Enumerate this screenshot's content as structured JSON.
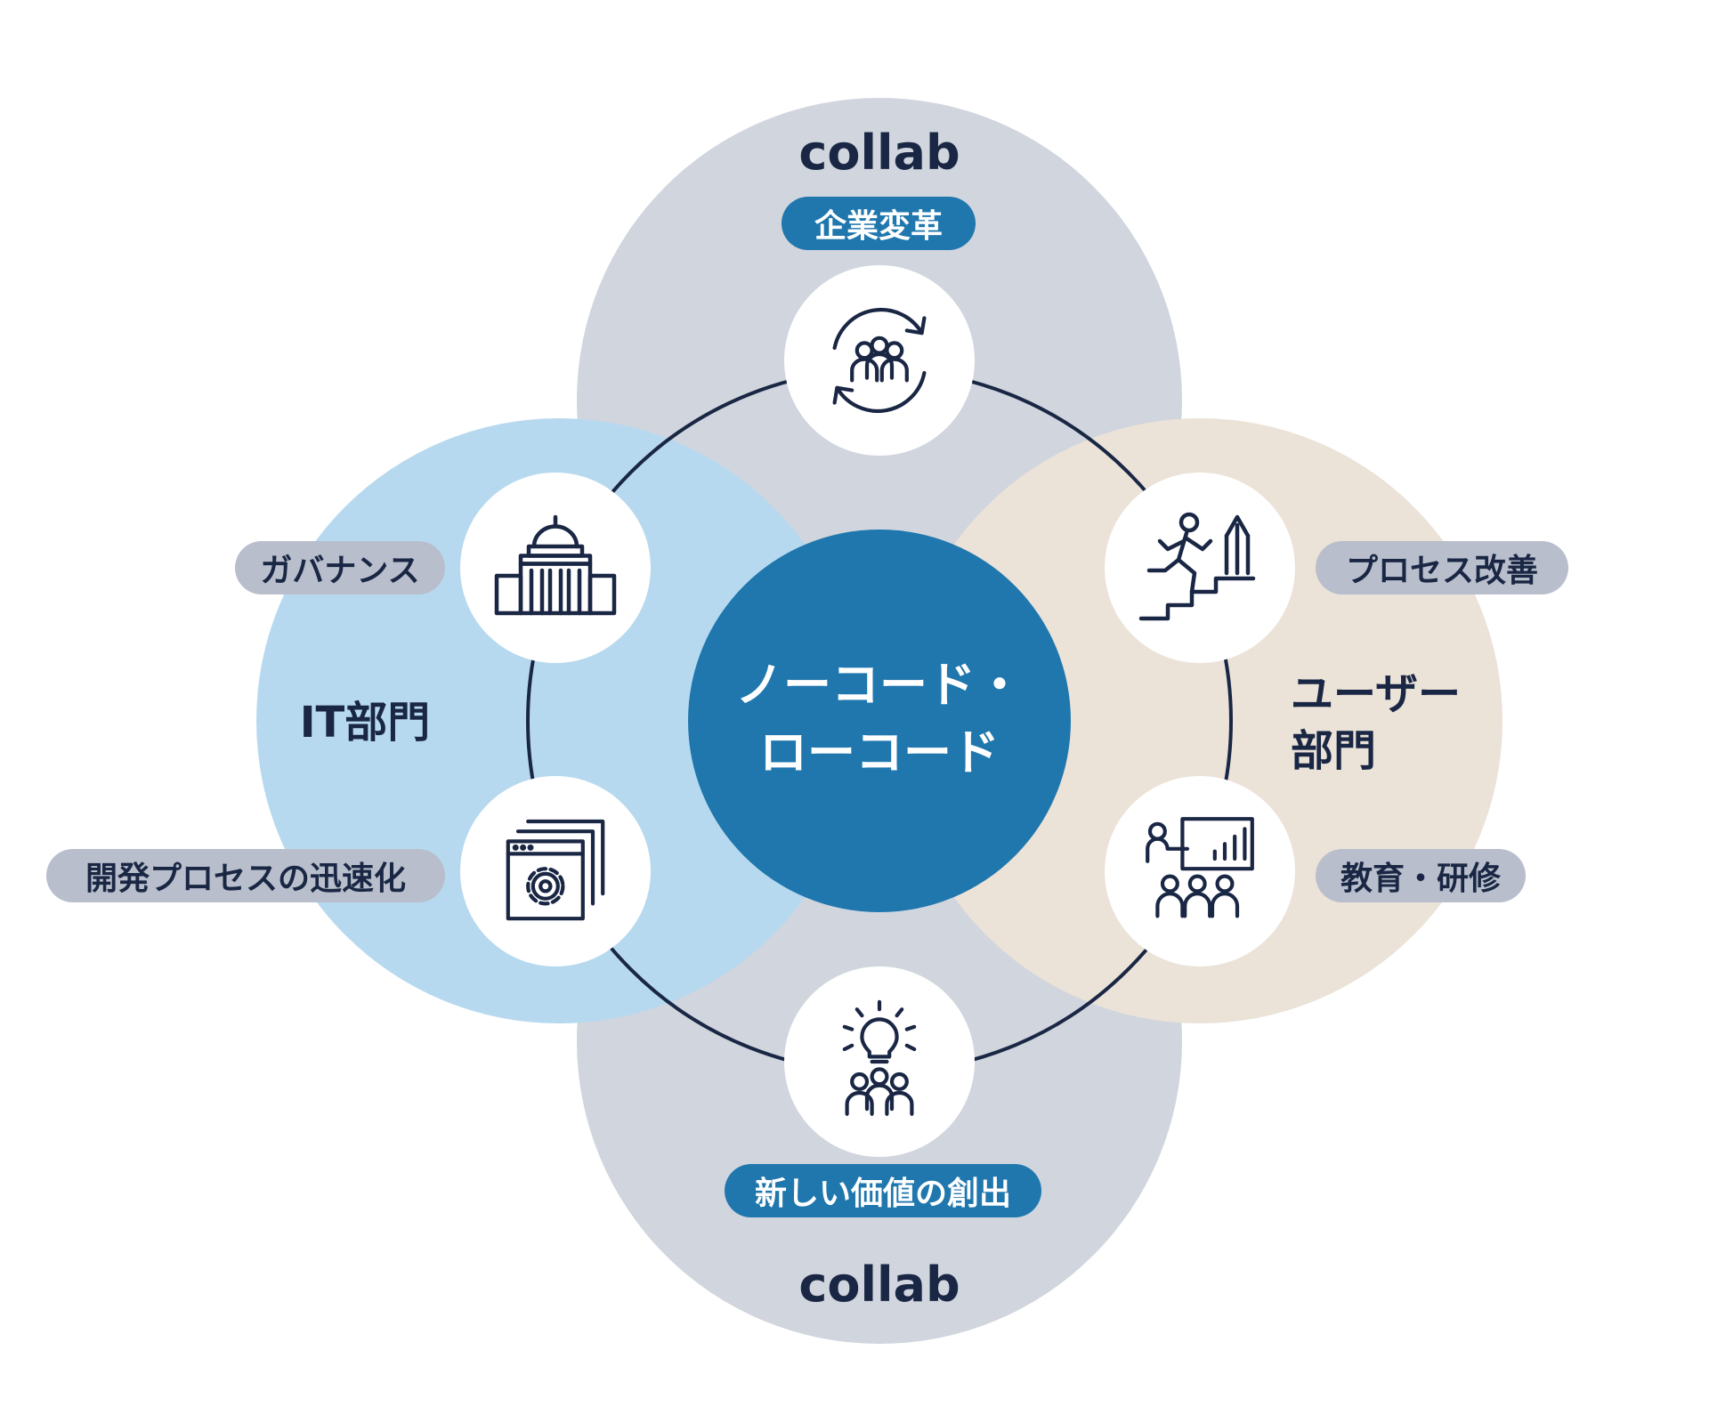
{
  "diagram": {
    "center": {
      "line1": "ノーコード・",
      "line2": "ローコード"
    },
    "collab_top": "collab",
    "collab_bottom": "collab",
    "it_department": "IT部門",
    "user_department": {
      "line1": "ユーザー",
      "line2": "部門"
    },
    "pills": {
      "top": "企業変革",
      "bottom": "新しい価値の創出",
      "governance": "ガバナンス",
      "dev_speed": "開発プロセスの迅速化",
      "process_improvement": "プロセス改善",
      "education": "教育・研修"
    },
    "icons": {
      "top": "team-cycle-icon",
      "governance": "government-building-icon",
      "dev_speed": "browser-gear-icon",
      "process_improvement": "stair-climb-icon",
      "education": "training-presentation-icon",
      "bottom": "idea-team-icon"
    },
    "colors": {
      "collab_circle": "#d0d5de",
      "it_circle": "#b7d9ef",
      "user_circle": "#ebe2d8",
      "center": "#1f77ad",
      "ring": "#1a2744",
      "gray_pill": "#b8becb",
      "blue_pill": "#1f77ad",
      "dark_text": "#1a2744"
    }
  }
}
